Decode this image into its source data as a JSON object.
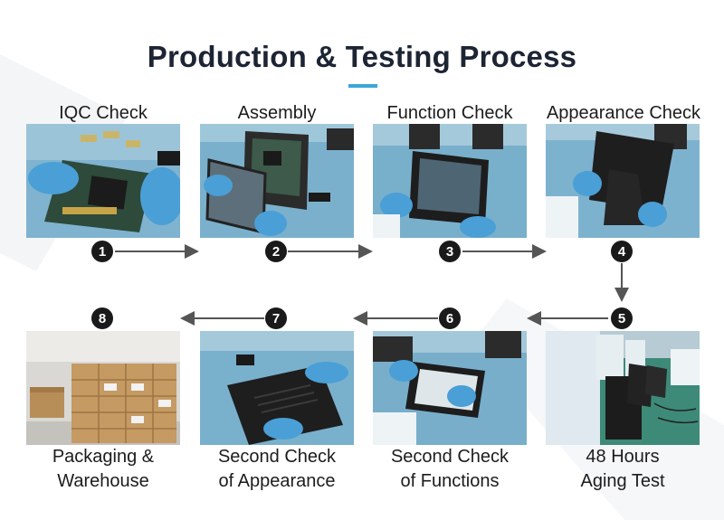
{
  "title": "Production & Testing Process",
  "colors": {
    "accent": "#3aa6d8",
    "badge": "#1a1a1a",
    "arrow": "#555555",
    "title": "#1d2434"
  },
  "steps": [
    {
      "number": "1",
      "line1": "IQC Check",
      "line2": "",
      "photo": "motherboard-inspection-photo"
    },
    {
      "number": "2",
      "line1": "Assembly",
      "line2": "",
      "photo": "assembly-photo"
    },
    {
      "number": "3",
      "line1": "Function Check",
      "line2": "",
      "photo": "function-check-photo"
    },
    {
      "number": "4",
      "line1": "Appearance Check",
      "line2": "",
      "photo": "appearance-check-photo"
    },
    {
      "number": "5",
      "line1": "48 Hours",
      "line2": "Aging Test",
      "photo": "aging-test-photo"
    },
    {
      "number": "6",
      "line1": "Second Check",
      "line2": "of Functions",
      "photo": "second-function-check-photo"
    },
    {
      "number": "7",
      "line1": "Second Check",
      "line2": "of Appearance",
      "photo": "second-appearance-check-photo"
    },
    {
      "number": "8",
      "line1": "Packaging &",
      "line2": "Warehouse",
      "photo": "warehouse-photo"
    }
  ]
}
